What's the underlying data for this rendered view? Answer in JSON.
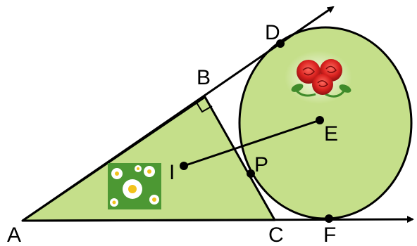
{
  "points": {
    "A": "A",
    "B": "B",
    "C": "C",
    "D": "D",
    "E": "E",
    "F": "F",
    "I": "I",
    "P": "P"
  },
  "colors": {
    "fill": "#c5df8a",
    "stroke": "#000000",
    "background": "#ffffff",
    "rose": "#d9221f",
    "leaf": "#3f8a2a",
    "daisy_center": "#f2c21b"
  },
  "pictures": {
    "top": "roses-picture",
    "left": "daisies-picture"
  }
}
